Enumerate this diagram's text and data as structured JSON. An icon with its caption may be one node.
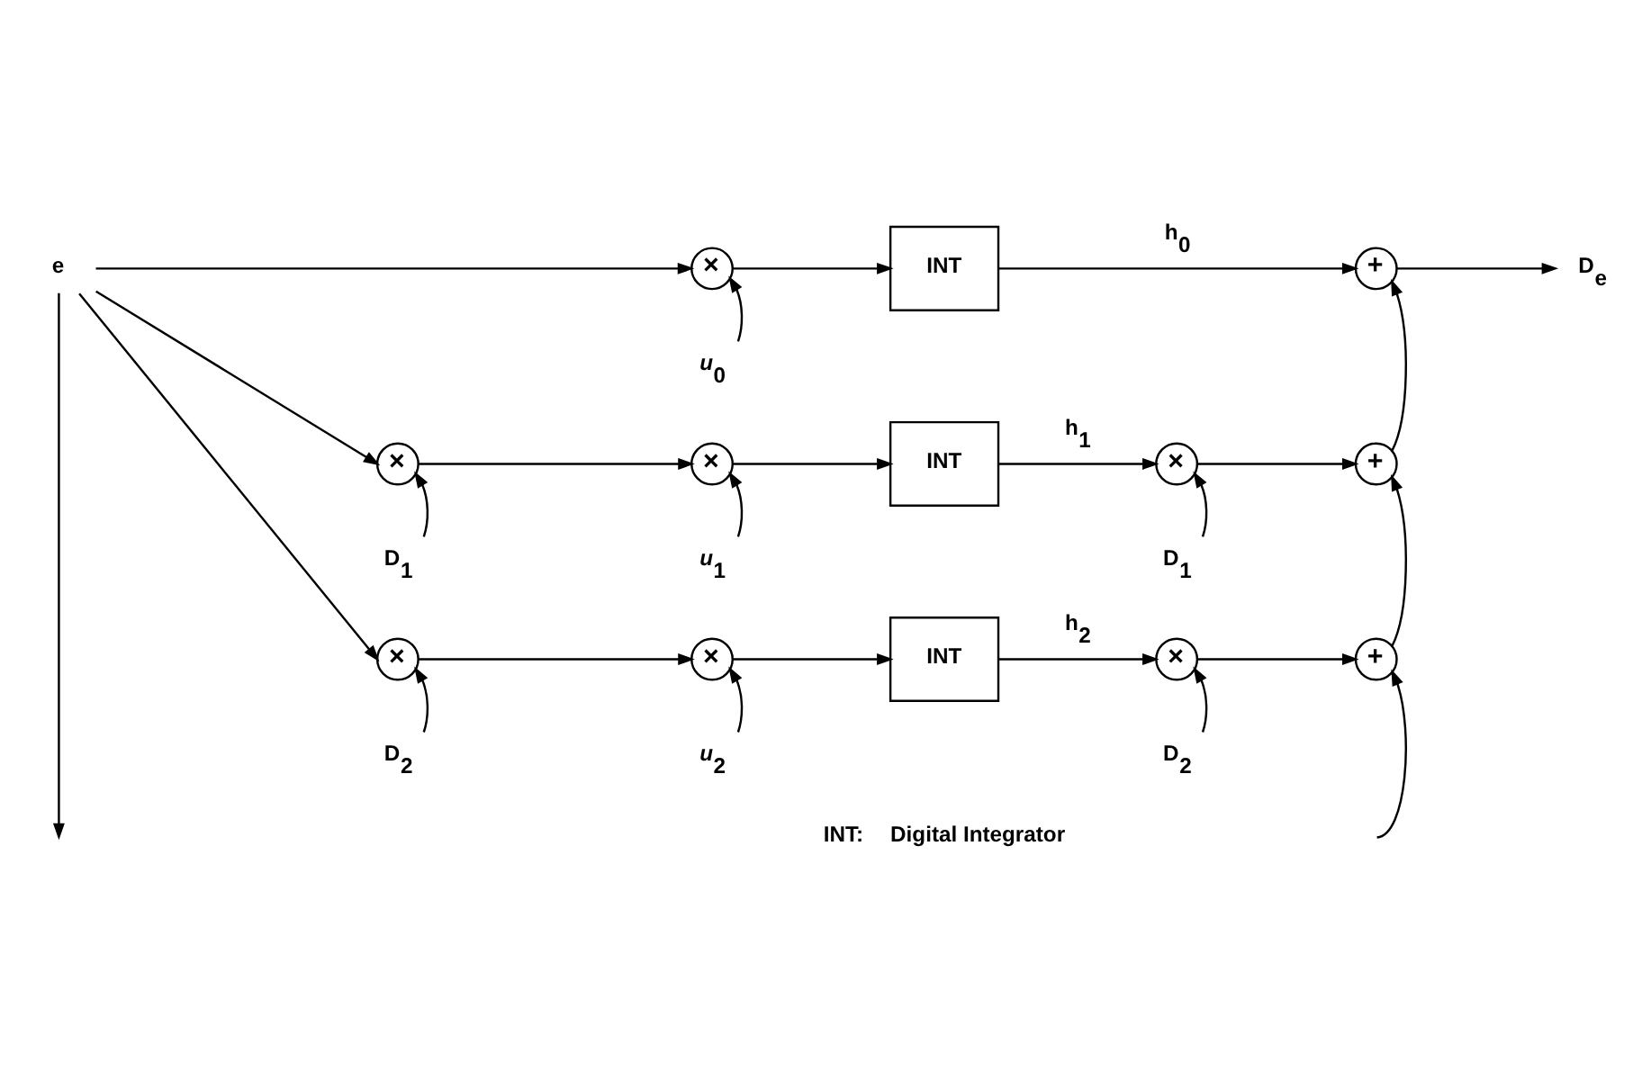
{
  "diagram": {
    "nodes": [
      {
        "text": [
          "e"
        ]
      },
      {
        "text": [
          "×"
        ]
      },
      {
        "text": [
          "INT"
        ]
      },
      {
        "text": [
          "+"
        ]
      },
      {
        "text": [
          "D$_{e}$"
        ]
      },
      {
        "text": [
          "*u*$_{0}$"
        ]
      },
      {
        "text": [
          "×"
        ]
      },
      {
        "text": [
          "×"
        ]
      },
      {
        "text": [
          "INT"
        ]
      },
      {
        "text": [
          "×"
        ]
      },
      {
        "text": [
          "+"
        ]
      },
      {
        "text": [
          "D$_{1}$"
        ]
      },
      {
        "text": [
          "*u*$_{1}$"
        ]
      },
      {
        "text": [
          "D$_{1}$"
        ]
      },
      {
        "text": [
          "×"
        ]
      },
      {
        "text": [
          "×"
        ]
      },
      {
        "text": [
          "INT"
        ]
      },
      {
        "text": [
          "×"
        ]
      },
      {
        "text": [
          "+"
        ]
      },
      {
        "text": [
          "D$_{2}$"
        ]
      },
      {
        "text": [
          "*u*$_{2}$"
        ]
      },
      {
        "text": [
          "D$_{2}$"
        ]
      }
    ],
    "edges": [
      {
        "from": 0,
        "to": 1,
        "arrow": "to"
      },
      {
        "from": 0,
        "to": 6,
        "arrow": "to"
      },
      {
        "from": 0,
        "to": 14,
        "arrow": "to"
      },
      {
        "from": 0,
        "to": null,
        "arrow": "to"
      },
      {
        "from": 1,
        "to": 2,
        "arrow": "to"
      },
      {
        "from": 2,
        "to": 3,
        "arrow": "to",
        "label": "h$_{0}$"
      },
      {
        "from": 3,
        "to": 4,
        "arrow": "to"
      },
      {
        "from": 5,
        "to": 1,
        "arrow": "to"
      },
      {
        "from": 6,
        "to": 7,
        "arrow": "to"
      },
      {
        "from": 7,
        "to": 8,
        "arrow": "to"
      },
      {
        "from": 8,
        "to": 9,
        "arrow": "to",
        "label": "h$_{1}$"
      },
      {
        "from": 9,
        "to": 10,
        "arrow": "to"
      },
      {
        "from": 11,
        "to": 6,
        "arrow": "to"
      },
      {
        "from": 12,
        "to": 7,
        "arrow": "to"
      },
      {
        "from": 13,
        "to": 9,
        "arrow": "to"
      },
      {
        "from": 10,
        "to": 3,
        "arrow": "to"
      },
      {
        "from": 14,
        "to": 15,
        "arrow": "to"
      },
      {
        "from": 15,
        "to": 16,
        "arrow": "to"
      },
      {
        "from": 16,
        "to": 17,
        "arrow": "to",
        "label": "h$_{2}$"
      },
      {
        "from": 17,
        "to": 18,
        "arrow": "to"
      },
      {
        "from": 19,
        "to": 14,
        "arrow": "to"
      },
      {
        "from": 20,
        "to": 15,
        "arrow": "to"
      },
      {
        "from": 21,
        "to": 17,
        "arrow": "to"
      },
      {
        "from": 18,
        "to": 10,
        "arrow": "to"
      },
      {
        "from": null,
        "to": 18,
        "arrow": "to"
      }
    ],
    "labels": [
      "INT:",
      "Digital Integrator"
    ]
  }
}
